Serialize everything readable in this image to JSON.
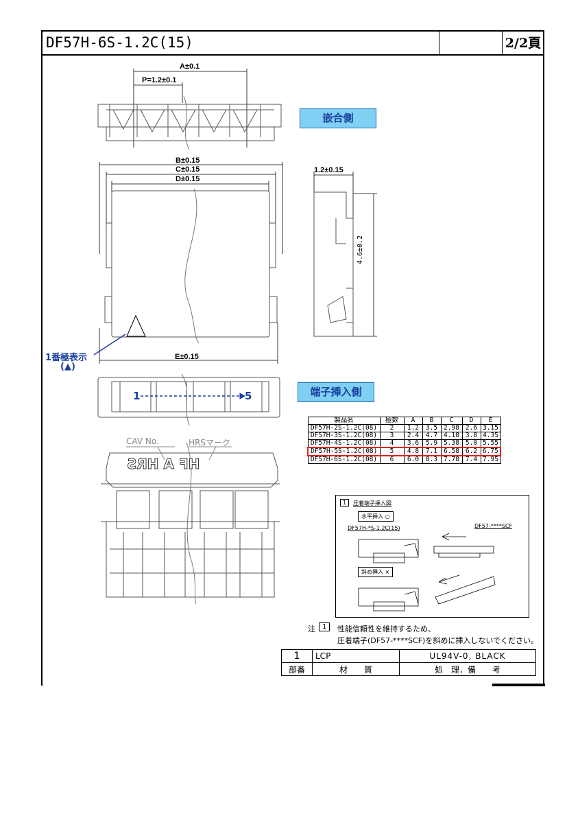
{
  "header": {
    "title": "DF57H-6S-1.2C(15)",
    "page": "2/2頁"
  },
  "dims": {
    "a": "A±0.1",
    "p": "P=1.2±0.1",
    "b": "B±0.15",
    "c": "C±0.15",
    "d": "D±0.15",
    "e": "E±0.15",
    "w12": "1.2±0.15",
    "h46": "4.6±0.2"
  },
  "labels": {
    "mating_side": "嵌合側",
    "terminal_side": "端子挿入側",
    "pin1": "1番極表示",
    "pin1_mark": "(▲)",
    "cav_start": "1",
    "cav_end": "5",
    "cav_no": "CAV No.",
    "hrs_mark": "HRSマーク",
    "engrave": "HF  A  HRS"
  },
  "spec_table": {
    "headers": [
      "製品名",
      "極数",
      "A",
      "B",
      "C",
      "D",
      "E"
    ],
    "rows": [
      [
        "DF57H-2S-1.2C(08)",
        "2",
        "1.2",
        "3.5",
        "2.98",
        "2.6",
        "3.15"
      ],
      [
        "DF57H-3S-1.2C(08)",
        "3",
        "2.4",
        "4.7",
        "4.18",
        "3.8",
        "4.35"
      ],
      [
        "DF57H-4S-1.2C(08)",
        "4",
        "3.6",
        "5.9",
        "5.38",
        "5.0",
        "5.55"
      ],
      [
        "DF57H-5S-1.2C(08)",
        "5",
        "4.8",
        "7.1",
        "6.58",
        "6.2",
        "6.75"
      ],
      [
        "DF57H-6S-1.2C(08)",
        "6",
        "6.0",
        "8.3",
        "7.78",
        "7.4",
        "7.95"
      ]
    ],
    "highlight_row": 3
  },
  "inset": {
    "title": "圧着端子挿入図",
    "title_num": "1",
    "ok_label": "水平挿入 ○",
    "ng_label": "斜め挿入 ×",
    "housing_ref": "DF57H-*S-1.2C(15)",
    "terminal_ref": "DF57-****SCF"
  },
  "notes": {
    "prefix": "注",
    "num": "1",
    "line1": "性能信頼性を維持するため、",
    "line2": "圧着端子(DF57-****SCF)を斜めに挿入しないでください。"
  },
  "material": {
    "row": [
      "1",
      "LCP",
      "UL94V-0, BLACK"
    ],
    "header": [
      "部番",
      "材　　質",
      "処　理．備　　考"
    ]
  },
  "colors": {
    "accent_box": "#7fd0f2",
    "accent_text": "#1a3fa0",
    "highlight": "#d22222"
  }
}
